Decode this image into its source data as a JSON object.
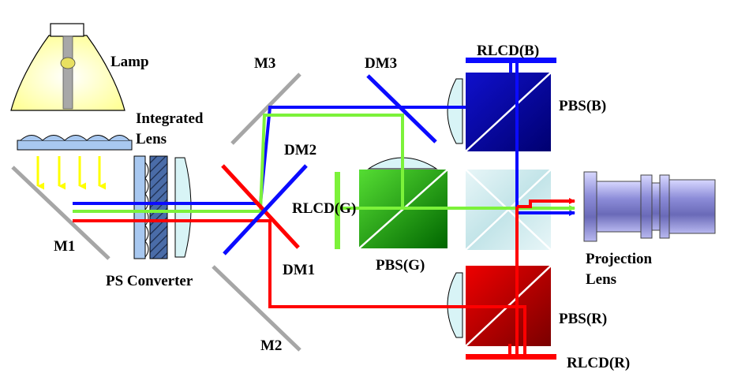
{
  "labels": {
    "lamp": "Lamp",
    "integrated_lens_line1": "Integrated",
    "integrated_lens_line2": "Lens",
    "m1": "M1",
    "ps_converter": "PS Converter",
    "m2": "M2",
    "m3": "M3",
    "dm1": "DM1",
    "dm2": "DM2",
    "dm3": "DM3",
    "rlcd_g": "RLCD(G)",
    "pbs_g": "PBS(G)",
    "rlcd_b": "RLCD(B)",
    "pbs_b": "PBS(B)",
    "pbs_r": "PBS(R)",
    "rlcd_r": "RLCD(R)",
    "projection_lens_line1": "Projection",
    "projection_lens_line2": "Lens"
  },
  "colors": {
    "red_beam": "#ff0000",
    "green_beam": "#7cf23a",
    "blue_beam": "#0b0bff",
    "lamp_light": "#ffff00",
    "mirror": "#a6a6a6"
  }
}
